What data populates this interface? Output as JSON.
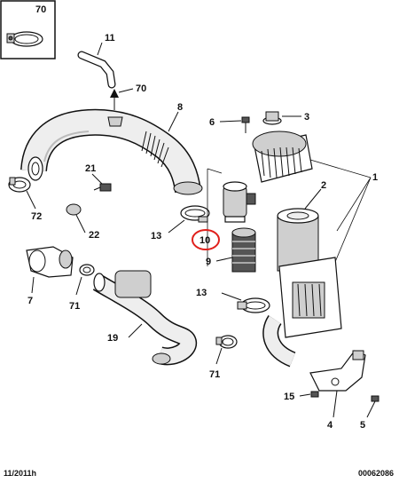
{
  "inset": {
    "label": "70"
  },
  "callouts": {
    "c11": "11",
    "c70_arrow": "70",
    "c8": "8",
    "c6": "6",
    "c3": "3",
    "c21": "21",
    "c1": "1",
    "c2": "2",
    "c72": "72",
    "c22": "22",
    "c13_top": "13",
    "c10": "10",
    "c9": "9",
    "c7": "7",
    "c71_left": "71",
    "c13_mid": "13",
    "c19": "19",
    "c71_bottom": "71",
    "c15": "15",
    "c4": "4",
    "c5": "5"
  },
  "footer": {
    "date": "11/2011h",
    "ref": "00062086"
  },
  "highlight_color": "#e0201c"
}
